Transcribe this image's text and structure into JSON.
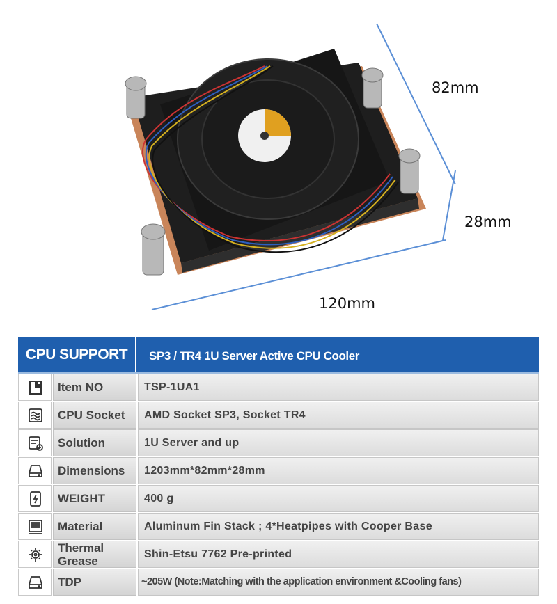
{
  "dimensions": {
    "depth": "82mm",
    "height": "28mm",
    "length": "120mm"
  },
  "table": {
    "header_left": "CPU SUPPORT",
    "header_right": "SP3 / TR4  1U Server Active CPU Cooler",
    "accent": "#1f5fae",
    "rows": [
      {
        "icon": "item-icon",
        "label": "Item NO",
        "value": "TSP-1UA1"
      },
      {
        "icon": "socket-icon",
        "label": "CPU Socket",
        "value": "AMD Socket SP3, Socket TR4"
      },
      {
        "icon": "solution-icon",
        "label": "Solution",
        "value": "1U Server and up"
      },
      {
        "icon": "dimensions-icon",
        "label": "Dimensions",
        "value": "1203mm*82mm*28mm"
      },
      {
        "icon": "weight-icon",
        "label": "WEIGHT",
        "value": "400 g"
      },
      {
        "icon": "material-icon",
        "label": "Material",
        "value": "Aluminum Fin Stack ; 4*Heatpipes with Cooper Base"
      },
      {
        "icon": "grease-icon",
        "label_line1": "Thermal",
        "label_line2": "Grease",
        "value": "Shin-Etsu 7762 Pre-printed"
      },
      {
        "icon": "tdp-icon",
        "label": "TDP",
        "value": "~205W (Note:Matching with the application environment &Cooling fans)"
      }
    ]
  }
}
